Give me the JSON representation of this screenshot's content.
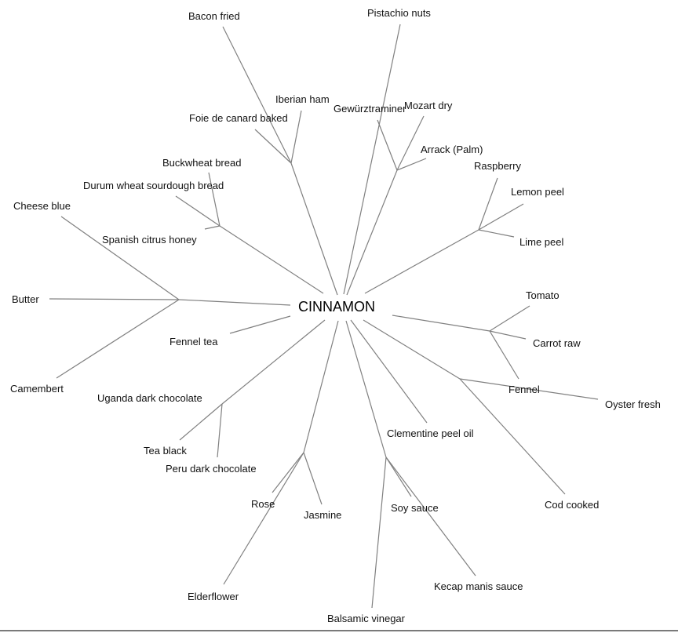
{
  "diagram": {
    "type": "radial-tree",
    "root": {
      "id": "root",
      "label": "CINNAMON"
    },
    "nodes": [
      {
        "id": "root"
      },
      {
        "id": "g_meat",
        "parent": "root"
      },
      {
        "id": "bacon",
        "parent": "g_meat",
        "label": "Bacon fried"
      },
      {
        "id": "iberian",
        "parent": "g_meat",
        "label": "Iberian ham"
      },
      {
        "id": "foie",
        "parent": "g_meat",
        "label": "Foie de canard baked"
      },
      {
        "id": "pistachio",
        "parent": "root",
        "label": "Pistachio nuts"
      },
      {
        "id": "g_wine",
        "parent": "root"
      },
      {
        "id": "gewurz",
        "parent": "g_wine",
        "label": "Gewürztraminer"
      },
      {
        "id": "mozart",
        "parent": "g_wine",
        "label": "Mozart dry"
      },
      {
        "id": "arrack",
        "parent": "g_wine",
        "label": "Arrack (Palm)"
      },
      {
        "id": "g_citrus",
        "parent": "root"
      },
      {
        "id": "raspberry",
        "parent": "g_citrus",
        "label": "Raspberry"
      },
      {
        "id": "lemon",
        "parent": "g_citrus",
        "label": "Lemon peel"
      },
      {
        "id": "lime",
        "parent": "g_citrus",
        "label": "Lime peel"
      },
      {
        "id": "g_bread",
        "parent": "root"
      },
      {
        "id": "buckwheat",
        "parent": "g_bread",
        "label": "Buckwheat bread"
      },
      {
        "id": "durum",
        "parent": "g_bread",
        "label": "Durum wheat sourdough bread"
      },
      {
        "id": "honey",
        "parent": "g_bread",
        "label": "Spanish citrus honey"
      },
      {
        "id": "g_dairy",
        "parent": "root"
      },
      {
        "id": "cheese",
        "parent": "g_dairy",
        "label": "Cheese blue"
      },
      {
        "id": "butter",
        "parent": "g_dairy",
        "label": "Butter"
      },
      {
        "id": "camembert",
        "parent": "g_dairy",
        "label": "Camembert"
      },
      {
        "id": "fenneltea",
        "parent": "root",
        "label": "Fennel tea"
      },
      {
        "id": "g_veg",
        "parent": "root"
      },
      {
        "id": "tomato",
        "parent": "g_veg",
        "label": "Tomato"
      },
      {
        "id": "carrot",
        "parent": "g_veg",
        "label": "Carrot raw"
      },
      {
        "id": "fennel",
        "parent": "g_veg",
        "label": "Fennel"
      },
      {
        "id": "g_sea",
        "parent": "root"
      },
      {
        "id": "oyster",
        "parent": "g_sea",
        "label": "Oyster fresh"
      },
      {
        "id": "cod",
        "parent": "g_sea",
        "label": "Cod cooked"
      },
      {
        "id": "clementine",
        "parent": "root",
        "label": "Clementine peel oil"
      },
      {
        "id": "g_choc",
        "parent": "root"
      },
      {
        "id": "uganda",
        "parent": "g_choc",
        "label": "Uganda dark chocolate"
      },
      {
        "id": "teablack",
        "parent": "g_choc",
        "label": "Tea black"
      },
      {
        "id": "peru",
        "parent": "g_choc",
        "label": "Peru dark chocolate"
      },
      {
        "id": "g_flower",
        "parent": "root"
      },
      {
        "id": "rose",
        "parent": "g_flower",
        "label": "Rose"
      },
      {
        "id": "jasmine",
        "parent": "g_flower",
        "label": "Jasmine"
      },
      {
        "id": "elder",
        "parent": "g_flower",
        "label": "Elderflower"
      },
      {
        "id": "g_sauce",
        "parent": "root"
      },
      {
        "id": "soy",
        "parent": "g_sauce",
        "label": "Soy sauce"
      },
      {
        "id": "kecap",
        "parent": "g_sauce",
        "label": "Kecap manis sauce"
      },
      {
        "id": "balsamic",
        "parent": "g_sauce",
        "label": "Balsamic vinegar"
      }
    ],
    "labels": {
      "root": "CINNAMON",
      "bacon": "Bacon fried",
      "iberian": "Iberian ham",
      "foie": "Foie de canard baked",
      "pistachio": "Pistachio nuts",
      "gewurz": "Gewürztraminer",
      "mozart": "Mozart dry",
      "arrack": "Arrack (Palm)",
      "raspberry": "Raspberry",
      "lemon": "Lemon peel",
      "lime": "Lime peel",
      "buckwheat": "Buckwheat bread",
      "durum": "Durum wheat sourdough bread",
      "honey": "Spanish citrus honey",
      "cheese": "Cheese blue",
      "butter": "Butter",
      "camembert": "Camembert",
      "fenneltea": "Fennel tea",
      "tomato": "Tomato",
      "carrot": "Carrot raw",
      "fennel": "Fennel",
      "oyster": "Oyster fresh",
      "cod": "Cod cooked",
      "clementine": "Clementine peel oil",
      "uganda": "Uganda dark chocolate",
      "teablack": "Tea black",
      "peru": "Peru dark chocolate",
      "rose": "Rose",
      "jasmine": "Jasmine",
      "elder": "Elderflower",
      "soy": "Soy sauce",
      "kecap": "Kecap manis sauce",
      "balsamic": "Balsamic vinegar"
    },
    "edge_color": "#808080"
  }
}
